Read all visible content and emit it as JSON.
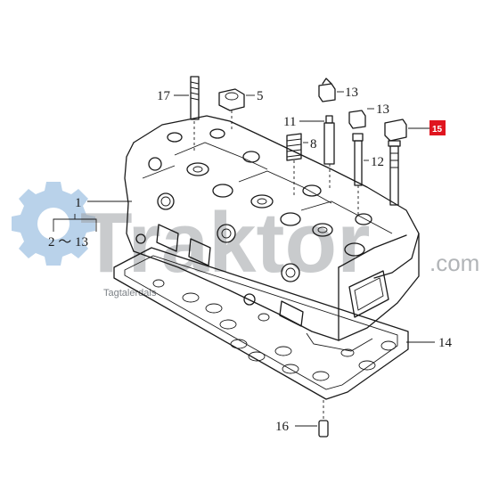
{
  "callouts": {
    "c1": "1",
    "c2_13": "2 〜 13",
    "c5": "5",
    "c8": "8",
    "c11": "11",
    "c12": "12",
    "c13a": "13",
    "c13b": "13",
    "c14": "14",
    "c15": "15",
    "c16": "16",
    "c17": "17"
  },
  "watermark": {
    "brand": "Traktor",
    "domain": ".com",
    "tagline": "Tagtalerdals"
  },
  "colors": {
    "highlight": "#e0151f",
    "gear": "#b9d2ea",
    "line": "#1a1a1a"
  }
}
